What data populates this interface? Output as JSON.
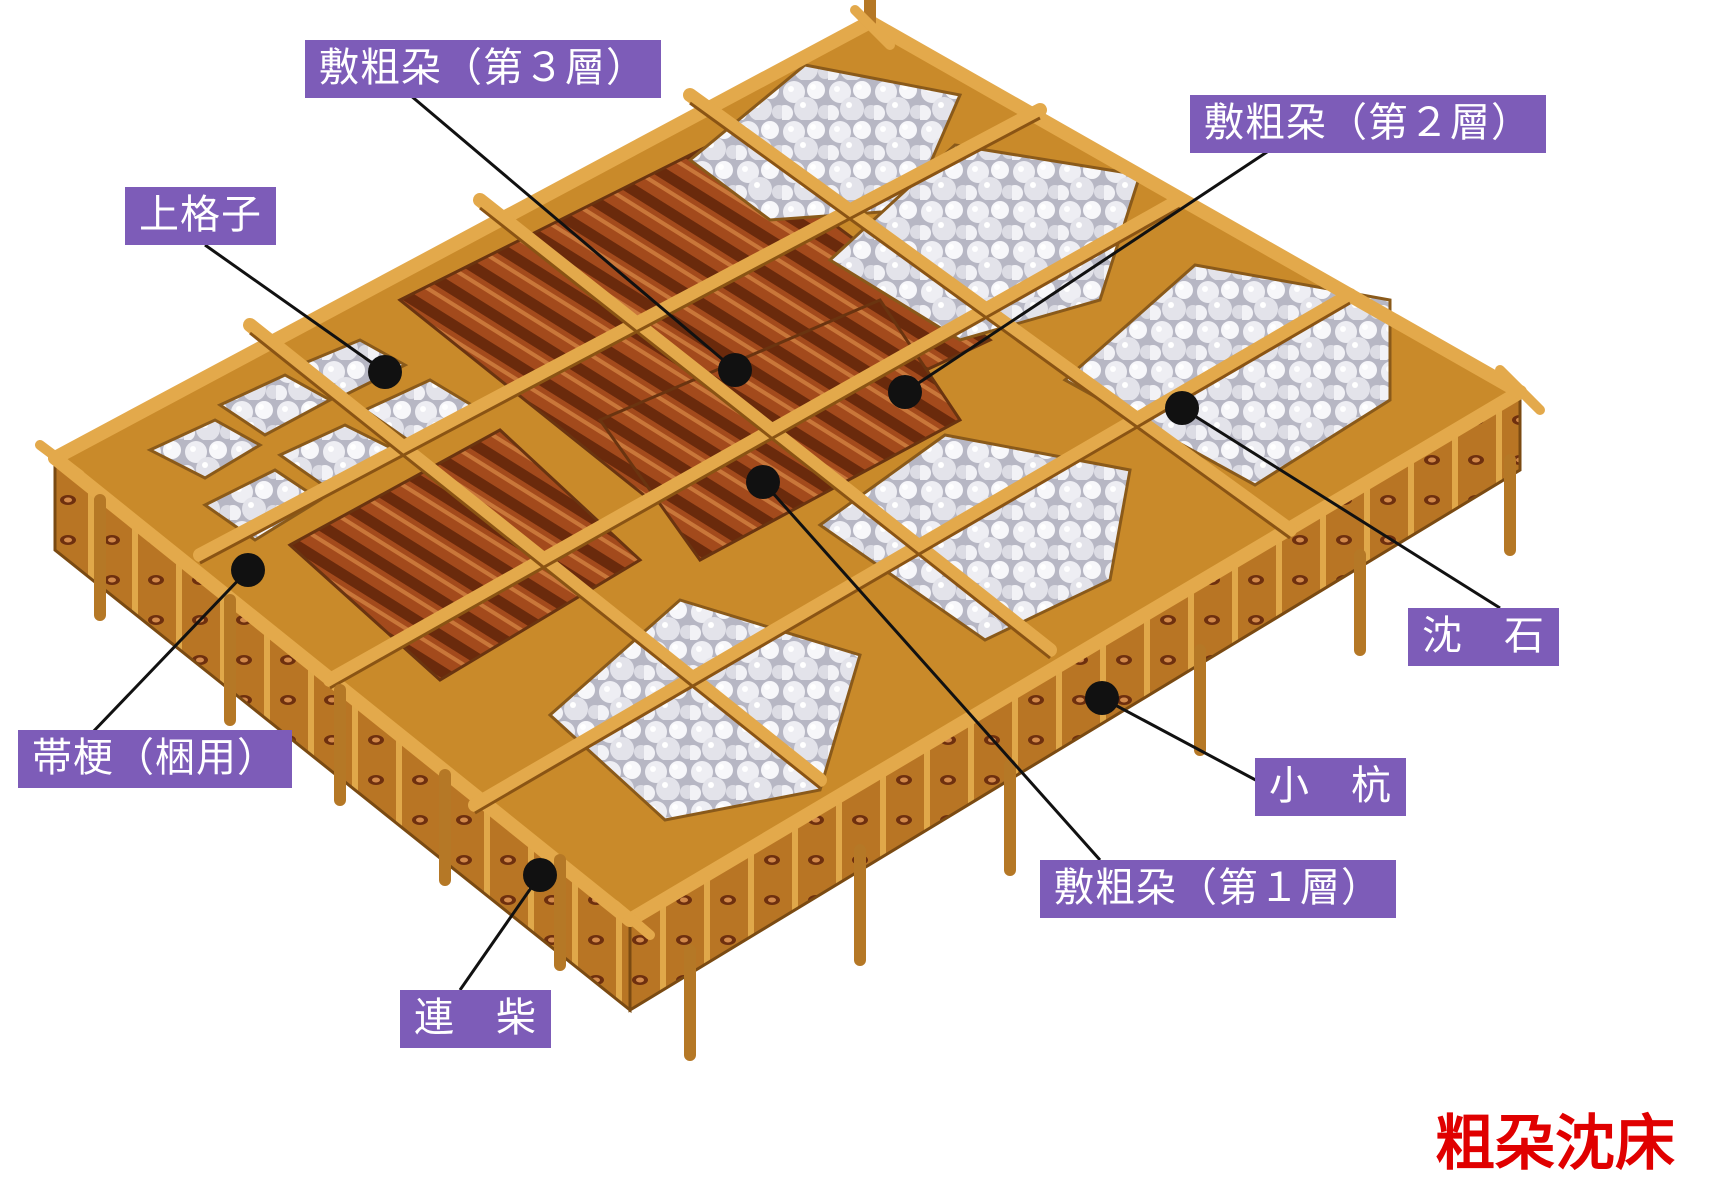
{
  "labels": {
    "layer3": "敷粗朶（第３層）",
    "layer2": "敷粗朶（第２層）",
    "upper_lattice": "上格子",
    "belt_stem": "帯梗（梱用）",
    "sinking_stone": "沈　石",
    "small_pile": "小　杭",
    "layer1": "敷粗朶（第１層）",
    "connecting_brush": "連　柴"
  },
  "title": "粗朶沈床",
  "colors": {
    "label_bg": "#7d5cb8",
    "label_text": "#ffffff",
    "title": "#e00000",
    "wood": "#c98a2a",
    "wood_dark": "#7a3b12",
    "stone": "#e6e6ec"
  }
}
